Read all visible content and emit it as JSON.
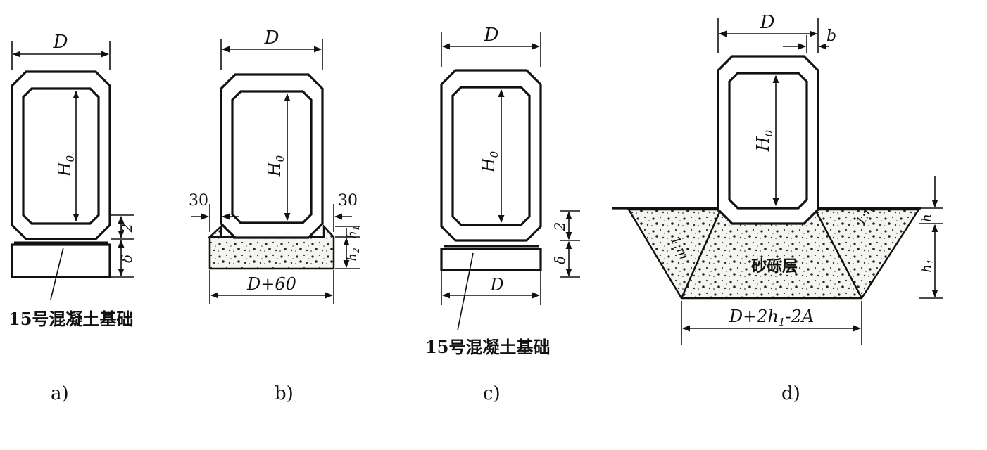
{
  "colors": {
    "ink": "#111111",
    "background": "#ffffff",
    "gravel": "#f4f4f0"
  },
  "figures": [
    {
      "caption": "a)",
      "dims": {
        "width": "D",
        "height": "H",
        "height_sub": "0",
        "wall": "2",
        "base": "δ"
      },
      "base_label": "15号混凝土基础"
    },
    {
      "caption": "b)",
      "dims": {
        "width": "D",
        "height": "H",
        "height_sub": "0",
        "left_offset": "30",
        "right_offset": "30",
        "h1": "h",
        "h1_sub": "1",
        "h2": "h",
        "h2_sub": "2",
        "base_width": "D+60"
      }
    },
    {
      "caption": "c)",
      "dims": {
        "width": "D",
        "height": "H",
        "height_sub": "0",
        "wall": "2",
        "base": "δ",
        "base_width": "D"
      },
      "base_label": "15号混凝土基础"
    },
    {
      "caption": "d)",
      "dims": {
        "width": "D",
        "height": "H",
        "height_sub": "0",
        "corner": "b",
        "h": "h",
        "h1": "h",
        "h1_sub": "1",
        "slope_left": "1:m",
        "slope_right": "1:n",
        "base_width": "D+2h",
        "base_width_sub": "1",
        "base_width_tail": "-2A"
      },
      "layer_label": "砂砾层"
    }
  ]
}
